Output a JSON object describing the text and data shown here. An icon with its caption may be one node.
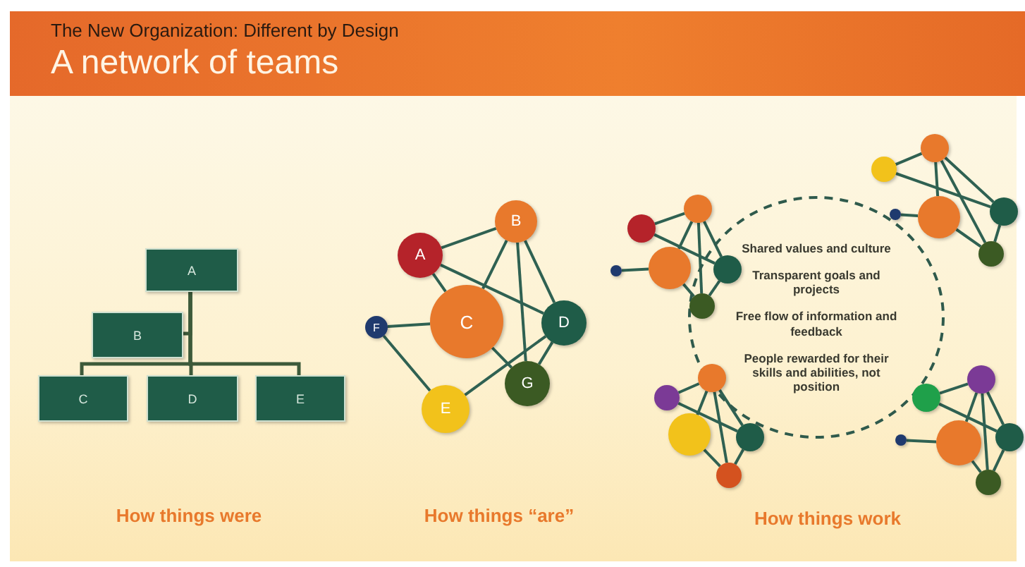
{
  "diagram": {
    "title": "A network of teams",
    "nodes": [
      {
        "text": [
          "A"
        ]
      },
      {
        "text": [
          "B"
        ]
      },
      {
        "text": [
          "C"
        ]
      },
      {
        "text": [
          "D"
        ]
      },
      {
        "text": [
          "E"
        ]
      },
      {
        "text": [
          "A"
        ]
      },
      {
        "text": [
          "B"
        ]
      },
      {
        "text": [
          "C"
        ]
      },
      {
        "text": [
          "D"
        ]
      },
      {
        "text": [
          "E"
        ]
      },
      {
        "text": [
          "F"
        ]
      },
      {
        "text": [
          "G"
        ]
      },
      {
        "text": [
          "Shared values and culture",
          "Transparent goals and projects",
          "Free flow of information and feedback",
          "People rewarded for their skills and abilities, not position"
        ]
      },
      {
        "text": [],
        "shape": "circle"
      },
      {
        "text": [],
        "shape": "circle"
      },
      {
        "text": [],
        "shape": "circle"
      },
      {
        "text": [],
        "shape": "circle"
      },
      {
        "text": [],
        "shape": "circle"
      },
      {
        "text": [],
        "shape": "circle"
      },
      {
        "text": [],
        "shape": "circle"
      },
      {
        "text": [],
        "shape": "circle"
      },
      {
        "text": [],
        "shape": "circle"
      },
      {
        "text": [],
        "shape": "circle"
      },
      {
        "text": [],
        "shape": "circle"
      },
      {
        "text": [],
        "shape": "circle"
      },
      {
        "text": [],
        "shape": "circle"
      },
      {
        "text": [],
        "shape": "circle"
      },
      {
        "text": [],
        "shape": "circle"
      },
      {
        "text": [],
        "shape": "circle"
      },
      {
        "text": [],
        "shape": "circle"
      },
      {
        "text": [],
        "shape": "circle"
      },
      {
        "text": [],
        "shape": "circle"
      },
      {
        "text": [],
        "shape": "circle"
      },
      {
        "text": [],
        "shape": "circle"
      },
      {
        "text": [],
        "shape": "circle"
      },
      {
        "text": [],
        "shape": "circle"
      }
    ],
    "edges": [
      {
        "from": 0,
        "to": 1,
        "arrow": "none"
      },
      {
        "from": 0,
        "to": 2,
        "arrow": "none"
      },
      {
        "from": 0,
        "to": 3,
        "arrow": "none"
      },
      {
        "from": 0,
        "to": 4,
        "arrow": "none"
      },
      {
        "from": 5,
        "to": 6,
        "arrow": "none"
      },
      {
        "from": 5,
        "to": 7,
        "arrow": "none"
      },
      {
        "from": 5,
        "to": 8,
        "arrow": "none"
      },
      {
        "from": 6,
        "to": 7,
        "arrow": "none"
      },
      {
        "from": 6,
        "to": 11,
        "arrow": "none"
      },
      {
        "from": 6,
        "to": 8,
        "arrow": "none"
      },
      {
        "from": 10,
        "to": 7,
        "arrow": "none"
      },
      {
        "from": 10,
        "to": 9,
        "arrow": "none"
      },
      {
        "from": 7,
        "to": 11,
        "arrow": "none"
      },
      {
        "from": 8,
        "to": 11,
        "arrow": "none"
      },
      {
        "from": 9,
        "to": 8,
        "arrow": "none"
      },
      {
        "from": 13,
        "to": 14,
        "arrow": "none"
      },
      {
        "from": 13,
        "to": 16,
        "arrow": "none"
      },
      {
        "from": 15,
        "to": 14,
        "arrow": "none"
      },
      {
        "from": 14,
        "to": 17,
        "arrow": "none"
      },
      {
        "from": 14,
        "to": 16,
        "arrow": "none"
      },
      {
        "from": 15,
        "to": 17,
        "arrow": "none"
      },
      {
        "from": 16,
        "to": 17,
        "arrow": "none"
      },
      {
        "from": 18,
        "to": 15,
        "arrow": "none"
      },
      {
        "from": 19,
        "to": 20,
        "arrow": "none"
      },
      {
        "from": 19,
        "to": 22,
        "arrow": "none"
      },
      {
        "from": 21,
        "to": 20,
        "arrow": "none"
      },
      {
        "from": 20,
        "to": 23,
        "arrow": "none"
      },
      {
        "from": 20,
        "to": 22,
        "arrow": "none"
      },
      {
        "from": 21,
        "to": 23,
        "arrow": "none"
      },
      {
        "from": 22,
        "to": 23,
        "arrow": "none"
      },
      {
        "from": 24,
        "to": 21,
        "arrow": "none"
      },
      {
        "from": 25,
        "to": 26,
        "arrow": "none"
      },
      {
        "from": 25,
        "to": 28,
        "arrow": "none"
      },
      {
        "from": 27,
        "to": 26,
        "arrow": "none"
      },
      {
        "from": 26,
        "to": 29,
        "arrow": "none"
      },
      {
        "from": 26,
        "to": 28,
        "arrow": "none"
      },
      {
        "from": 27,
        "to": 29,
        "arrow": "none"
      },
      {
        "from": 28,
        "to": 29,
        "arrow": "none"
      },
      {
        "from": 30,
        "to": 31,
        "arrow": "none"
      },
      {
        "from": 30,
        "to": 33,
        "arrow": "none"
      },
      {
        "from": 32,
        "to": 31,
        "arrow": "none"
      },
      {
        "from": 31,
        "to": 34,
        "arrow": "none"
      },
      {
        "from": 31,
        "to": 33,
        "arrow": "none"
      },
      {
        "from": 32,
        "to": 34,
        "arrow": "none"
      },
      {
        "from": 33,
        "to": 34,
        "arrow": "none"
      },
      {
        "from": 35,
        "to": 32,
        "arrow": "none"
      }
    ],
    "labels": [
      "The New Organization:   Different by Design",
      "How things were",
      "How things “are”",
      "How things work"
    ]
  }
}
